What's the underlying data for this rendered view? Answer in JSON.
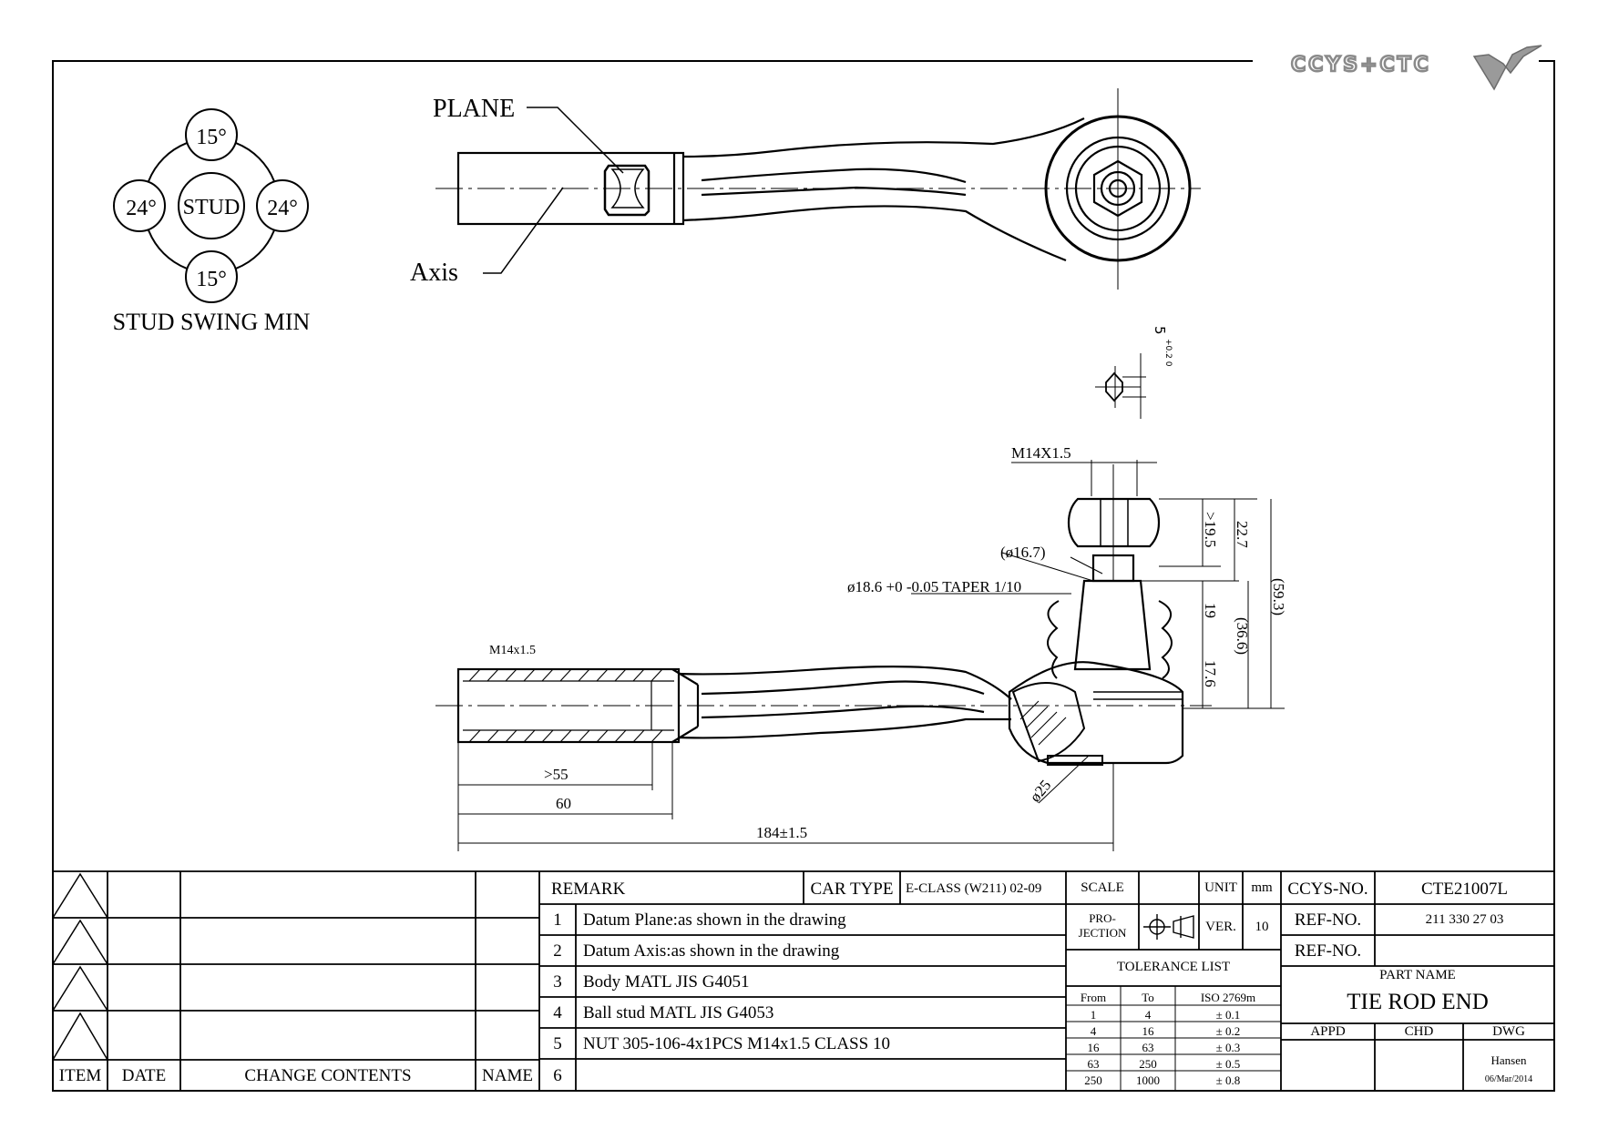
{
  "brand": {
    "logo_text": "CCYS+CTC",
    "logo_color": "#8a8a8a"
  },
  "swing": {
    "center": "STUD",
    "top": "15°",
    "bottom": "15°",
    "left": "24°",
    "right": "24°",
    "caption": "STUD SWING MIN"
  },
  "top_view": {
    "plane_label": "PLANE",
    "axis_label": "Axis"
  },
  "side_view": {
    "dims": {
      "nut_thread": "M14X1.5",
      "hex_width": "5",
      "hex_tol": "+0.2 0",
      "neck_dia": "(ø16.7)",
      "taper": "ø18.6 +0 -0.05 TAPER 1/10",
      "inner_thread": "M14x1.5",
      "min_thread": ">55",
      "thread_len": "60",
      "overall": "184±1.5",
      "boot_dia": "ø25",
      "h1": ">19.5",
      "h2": "22.7",
      "h3": "19",
      "h4": "17.6",
      "h5": "(36.6)",
      "h6": "(59.3)"
    }
  },
  "revision": {
    "headers": {
      "item": "ITEM",
      "date": "DATE",
      "change": "CHANGE CONTENTS",
      "name": "NAME"
    }
  },
  "remarks": {
    "header": "REMARK",
    "items": [
      {
        "no": "1",
        "text": "Datum Plane:as shown in the drawing"
      },
      {
        "no": "2",
        "text": "Datum Axis:as shown in the drawing"
      },
      {
        "no": "3",
        "text": "Body MATL JIS G4051"
      },
      {
        "no": "4",
        "text": "Ball stud MATL JIS G4053"
      },
      {
        "no": "5",
        "text": "NUT 305-106-4x1PCS M14x1.5 CLASS 10"
      },
      {
        "no": "6",
        "text": ""
      }
    ]
  },
  "car_type": {
    "label": "CAR TYPE",
    "value": "E-CLASS (W211) 02-09"
  },
  "scale": {
    "label": "SCALE",
    "value": ""
  },
  "unit": {
    "label": "UNIT",
    "value": "mm"
  },
  "projection": {
    "label": "PRO-\nJECTION",
    "label_1": "PRO-",
    "label_2": "JECTION"
  },
  "version": {
    "label": "VER.",
    "value": "10"
  },
  "tolerance": {
    "title": "TOLERANCE LIST",
    "headers": [
      "From",
      "To",
      "ISO 2769m"
    ],
    "rows": [
      [
        "1",
        "4",
        "± 0.1"
      ],
      [
        "4",
        "16",
        "± 0.2"
      ],
      [
        "16",
        "63",
        "± 0.3"
      ],
      [
        "63",
        "250",
        "± 0.5"
      ],
      [
        "250",
        "1000",
        "± 0.8"
      ]
    ]
  },
  "ids": {
    "ccys_label": "CCYS-NO.",
    "ccys_value": "CTE21007L",
    "ref1_label": "REF-NO.",
    "ref1_value": "211 330 27 03",
    "ref2_label": "REF-NO.",
    "ref2_value": ""
  },
  "part": {
    "label": "PART NAME",
    "value": "TIE ROD END"
  },
  "approval": {
    "appd": "APPD",
    "chd": "CHD",
    "dwg": "DWG",
    "drawer": "Hansen",
    "date": "06/Mar/2014"
  }
}
